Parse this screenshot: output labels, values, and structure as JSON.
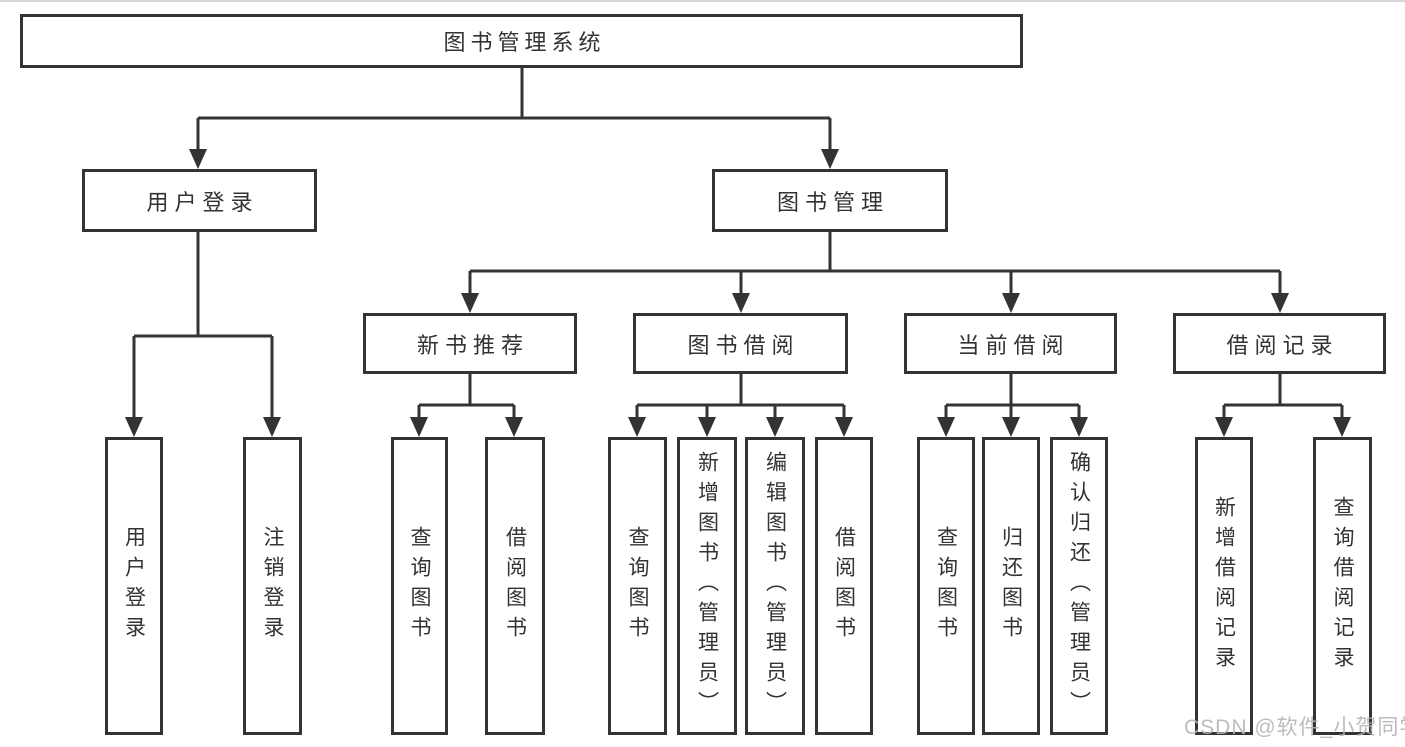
{
  "diagram_type": "tree",
  "root": {
    "label": "图书管理系统",
    "children": [
      {
        "label": "用户登录",
        "children": [
          {
            "label": "用户登录"
          },
          {
            "label": "注销登录"
          }
        ]
      },
      {
        "label": "图书管理",
        "children": [
          {
            "label": "新书推荐",
            "children": [
              {
                "label": "查询图书"
              },
              {
                "label": "借阅图书"
              }
            ]
          },
          {
            "label": "图书借阅",
            "children": [
              {
                "label": "查询图书"
              },
              {
                "label": "新增图书（管理员）"
              },
              {
                "label": "编辑图书（管理员）"
              },
              {
                "label": "借阅图书"
              }
            ]
          },
          {
            "label": "当前借阅",
            "children": [
              {
                "label": "查询图书"
              },
              {
                "label": "归还图书"
              },
              {
                "label": "确认归还（管理员）"
              }
            ]
          },
          {
            "label": "借阅记录",
            "children": [
              {
                "label": "新增借阅记录"
              },
              {
                "label": "查询借阅记录"
              }
            ]
          }
        ]
      }
    ]
  },
  "watermark": {
    "text": "CSDN @软件_小贺同学"
  },
  "colors": {
    "line": "#333333",
    "text": "#333333",
    "background": "#ffffff",
    "watermark": "#b5b5b5"
  }
}
